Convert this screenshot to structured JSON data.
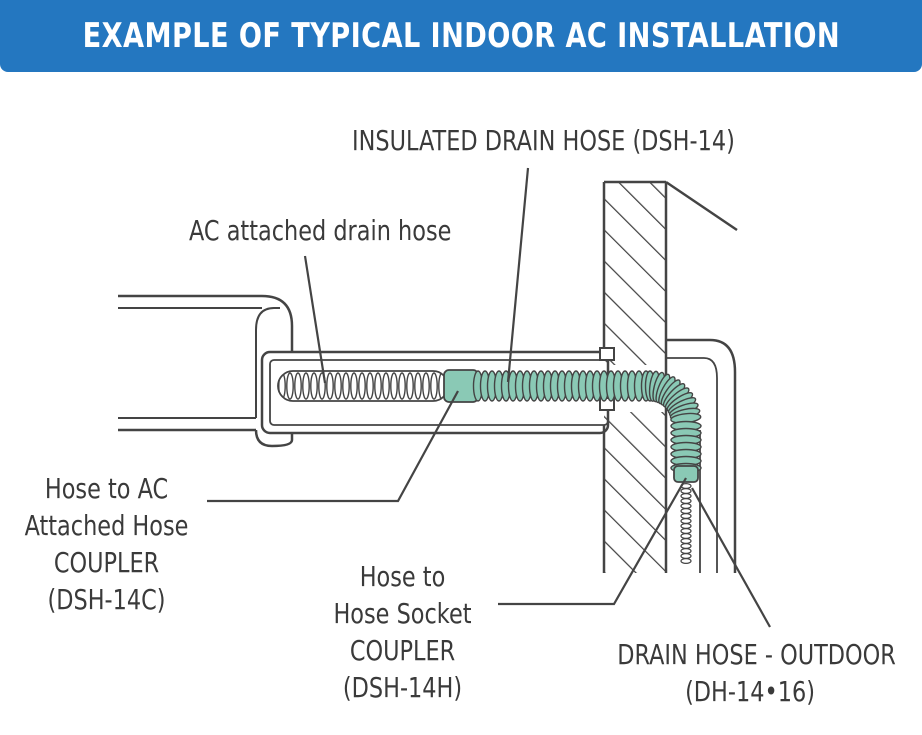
{
  "header": {
    "title": "EXAMPLE OF TYPICAL INDOOR AC INSTALLATION",
    "background_color": "#2477c0"
  },
  "colors": {
    "hose_insulated": "#8ac9b5",
    "hose_ac": "#ffffff",
    "outline": "#444444"
  },
  "labels": {
    "insulated_drain_hose": "INSULATED DRAIN HOSE  (DSH-14)",
    "ac_attached_hose": "AC attached drain hose",
    "coupler_ac": {
      "line1": "Hose to AC",
      "line2": "Attached Hose",
      "line3": "COUPLER",
      "line4": "(DSH-14C)"
    },
    "coupler_socket": {
      "line1": "Hose to",
      "line2": "Hose Socket",
      "line3": "COUPLER",
      "line4": "(DSH-14H)"
    },
    "outdoor_hose": {
      "line1": "DRAIN HOSE - OUTDOOR",
      "line2": "(DH-14•16)"
    }
  }
}
